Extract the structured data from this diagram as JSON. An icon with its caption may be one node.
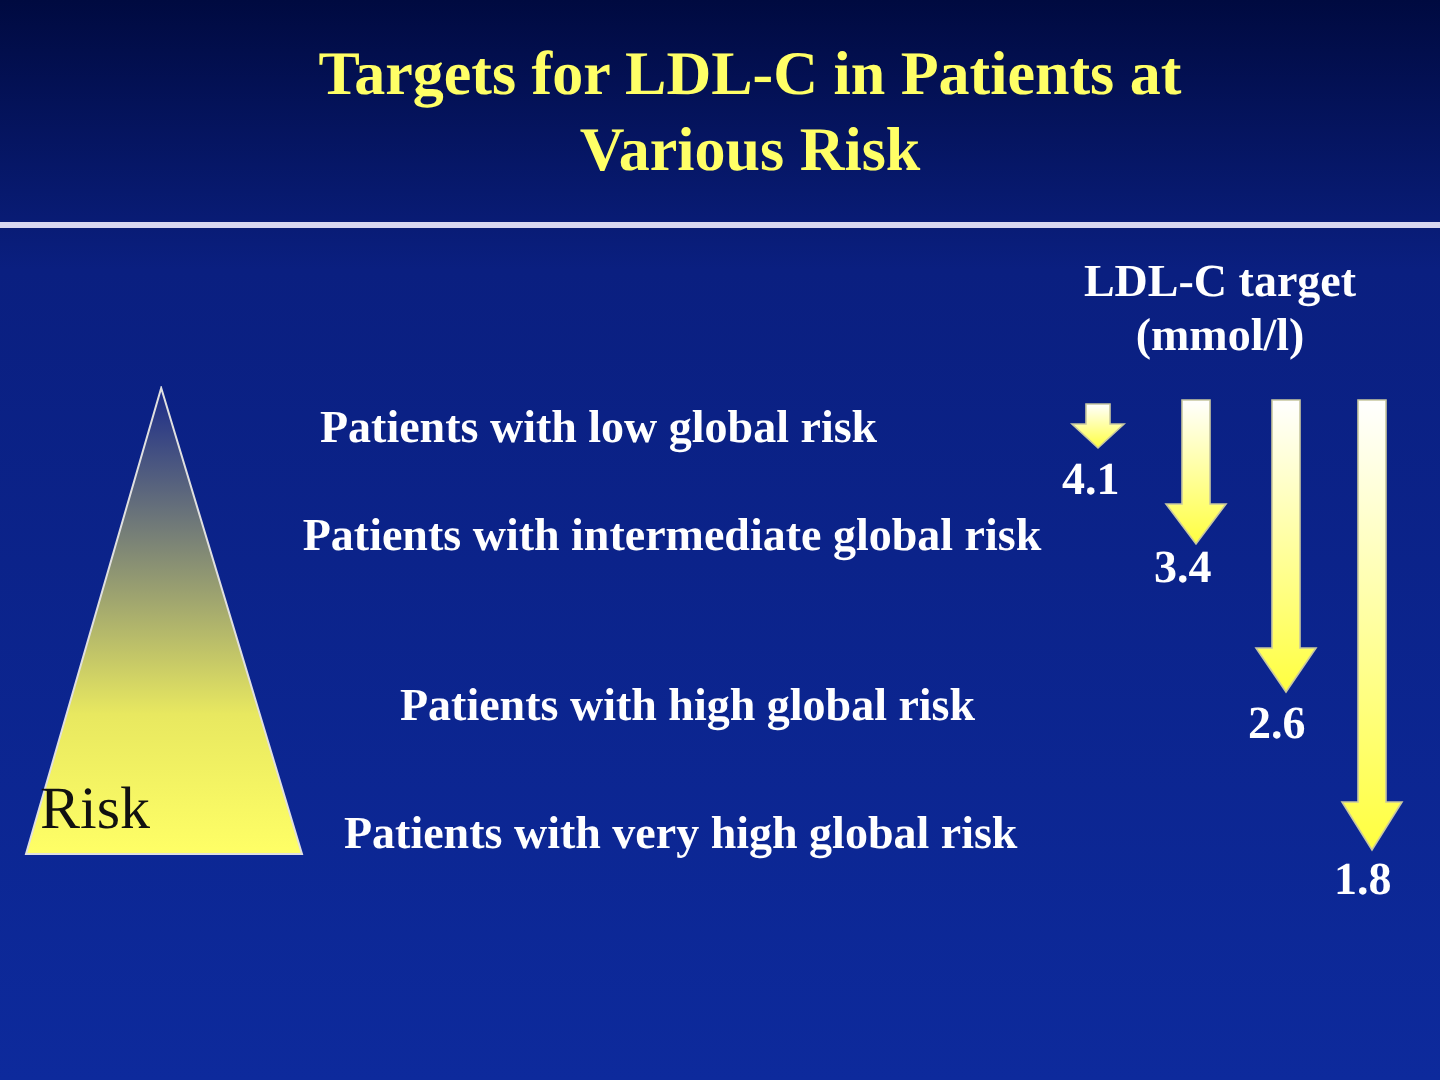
{
  "diagram": {
    "title": "Targets for LDL-C in Patients at Various Risk",
    "nodes": [
      {
        "text": [
          "Risk"
        ]
      }
    ],
    "edges": [],
    "labels": [
      "LDL-C target (mmol/l)",
      "Patients with low global risk",
      "4.1",
      "Patients with intermediate global risk",
      "3.4",
      "Patients with high global risk",
      "2.6",
      "Patients with very high global risk",
      "1.8"
    ]
  }
}
